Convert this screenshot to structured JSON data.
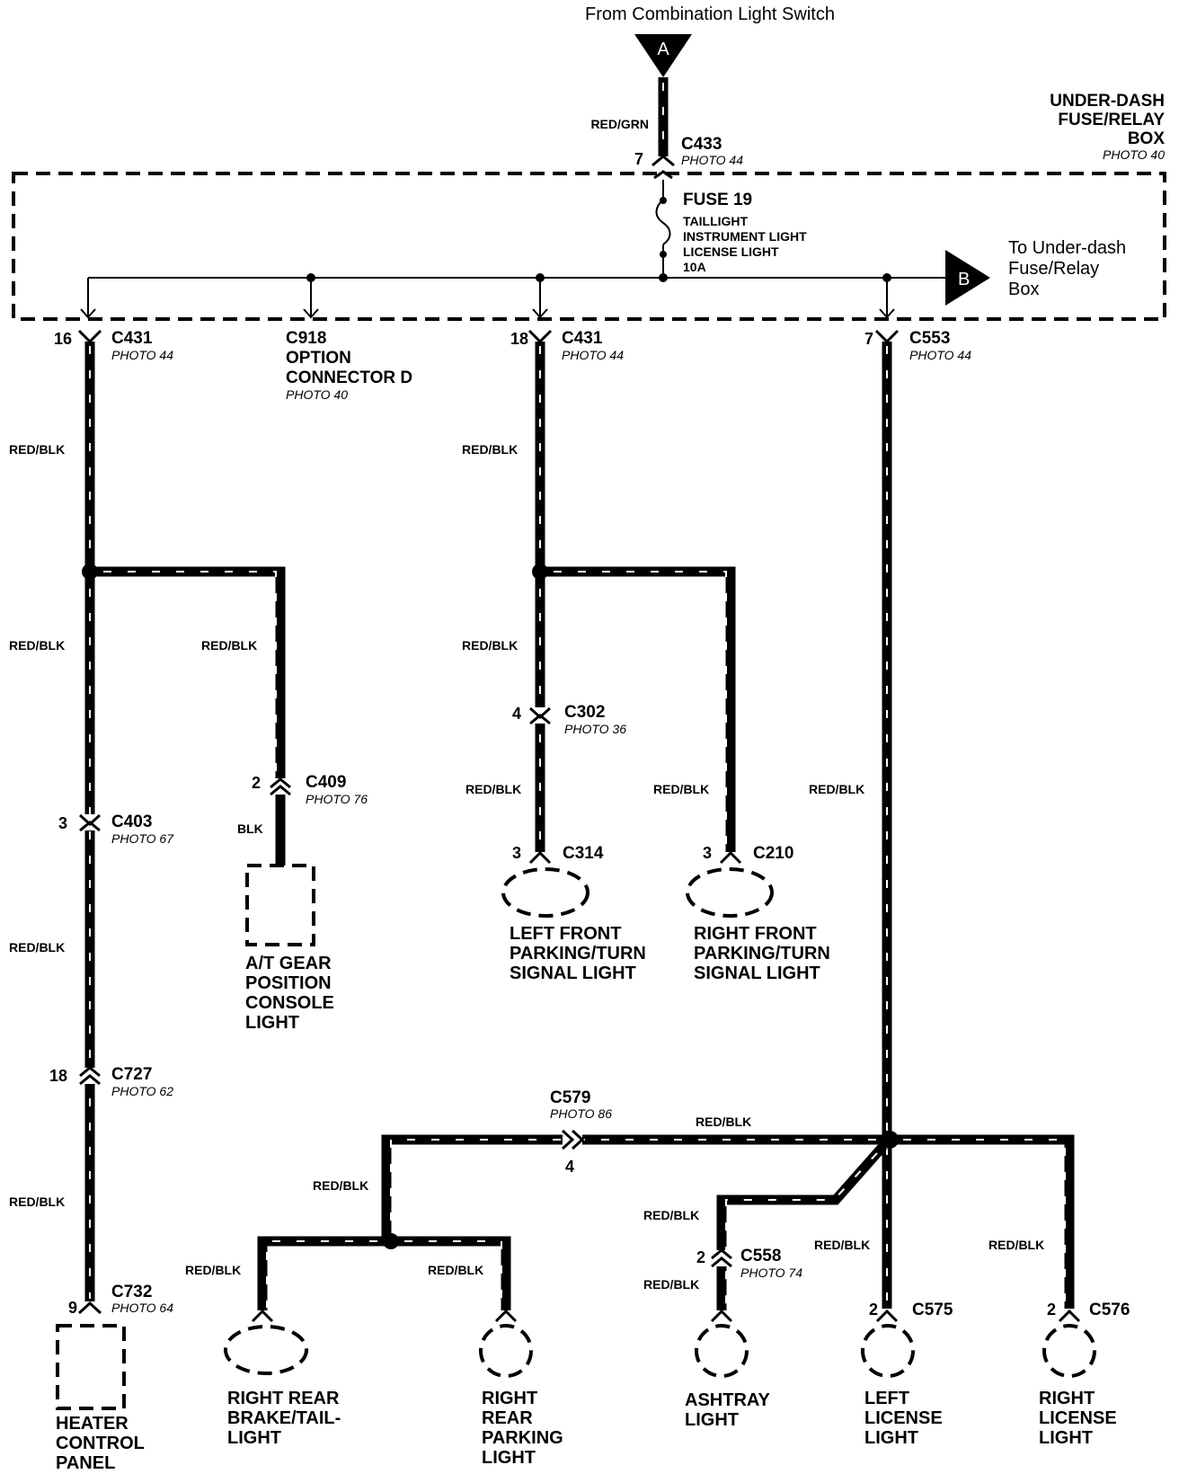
{
  "header": {
    "source": "From Combination Light Switch",
    "source_marker": "A",
    "input_wire": "RED/GRN",
    "input_connector": "C433",
    "input_pin": "7",
    "input_photo": "PHOTO 44"
  },
  "fuse_box": {
    "title_lines": [
      "UNDER-DASH",
      "FUSE/RELAY",
      "BOX"
    ],
    "photo": "PHOTO 40",
    "fuse_name": "FUSE 19",
    "fuse_circuits": [
      "TAILLIGHT",
      "INSTRUMENT LIGHT",
      "LICENSE LIGHT",
      "10A"
    ],
    "exit_marker": "B",
    "exit_label_lines": [
      "To Under-dash",
      "Fuse/Relay",
      "Box"
    ]
  },
  "box_connectors": {
    "c431_left": {
      "pin": "16",
      "name": "C431",
      "photo": "PHOTO 44"
    },
    "c918": {
      "lines": [
        "C918",
        "OPTION",
        "CONNECTOR D"
      ],
      "photo": "PHOTO 40"
    },
    "c431_mid": {
      "pin": "18",
      "name": "C431",
      "photo": "PHOTO 44"
    },
    "c553": {
      "pin": "7",
      "name": "C553",
      "photo": "PHOTO 44"
    }
  },
  "wire_labels": {
    "left_1": "RED/BLK",
    "left_2": "RED/BLK",
    "left_3": "RED/BLK",
    "left_4": "RED/BLK",
    "at_branch": "RED/BLK",
    "at_bottom": "BLK",
    "mid_1": "RED/BLK",
    "mid_2": "RED/BLK",
    "mid_3": "RED/BLK",
    "rf_branch": "RED/BLK",
    "right_main": "RED/BLK",
    "rear_top": "RED/BLK",
    "rear_drop": "RED/BLK",
    "rr_brake": "RED/BLK",
    "rr_parking": "RED/BLK",
    "ashtray_top": "RED/BLK",
    "ashtray_bottom": "RED/BLK",
    "left_license": "RED/BLK",
    "right_license": "RED/BLK"
  },
  "connectors": {
    "c403": {
      "pin": "3",
      "name": "C403",
      "photo": "PHOTO 67"
    },
    "c727": {
      "pin": "18",
      "name": "C727",
      "photo": "PHOTO 62"
    },
    "c732": {
      "pin": "9",
      "name": "C732",
      "photo": "PHOTO 64"
    },
    "c409": {
      "pin": "2",
      "name": "C409",
      "photo": "PHOTO 76"
    },
    "c302": {
      "pin": "4",
      "name": "C302",
      "photo": "PHOTO 36"
    },
    "c314": {
      "pin": "3",
      "name": "C314"
    },
    "c210": {
      "pin": "3",
      "name": "C210"
    },
    "c579": {
      "pin": "4",
      "name": "C579",
      "photo": "PHOTO 86"
    },
    "c558": {
      "pin": "2",
      "name": "C558",
      "photo": "PHOTO 74"
    },
    "c575": {
      "pin": "2",
      "name": "C575"
    },
    "c576": {
      "pin": "2",
      "name": "C576"
    }
  },
  "components": {
    "heater_control_panel": [
      "HEATER",
      "CONTROL",
      "PANEL"
    ],
    "at_gear_light": [
      "A/T GEAR",
      "POSITION",
      "CONSOLE",
      "LIGHT"
    ],
    "left_front_parking": [
      "LEFT FRONT",
      "PARKING/TURN",
      "SIGNAL LIGHT"
    ],
    "right_front_parking": [
      "RIGHT FRONT",
      "PARKING/TURN",
      "SIGNAL LIGHT"
    ],
    "right_rear_brake": [
      "RIGHT REAR",
      "BRAKE/TAIL-",
      "LIGHT"
    ],
    "right_rear_parking": [
      "RIGHT",
      "REAR",
      "PARKING",
      "LIGHT"
    ],
    "ashtray_light": [
      "ASHTRAY",
      "LIGHT"
    ],
    "left_license_light": [
      "LEFT",
      "LICENSE",
      "LIGHT"
    ],
    "right_license_light": [
      "RIGHT",
      "LICENSE",
      "LIGHT"
    ]
  }
}
